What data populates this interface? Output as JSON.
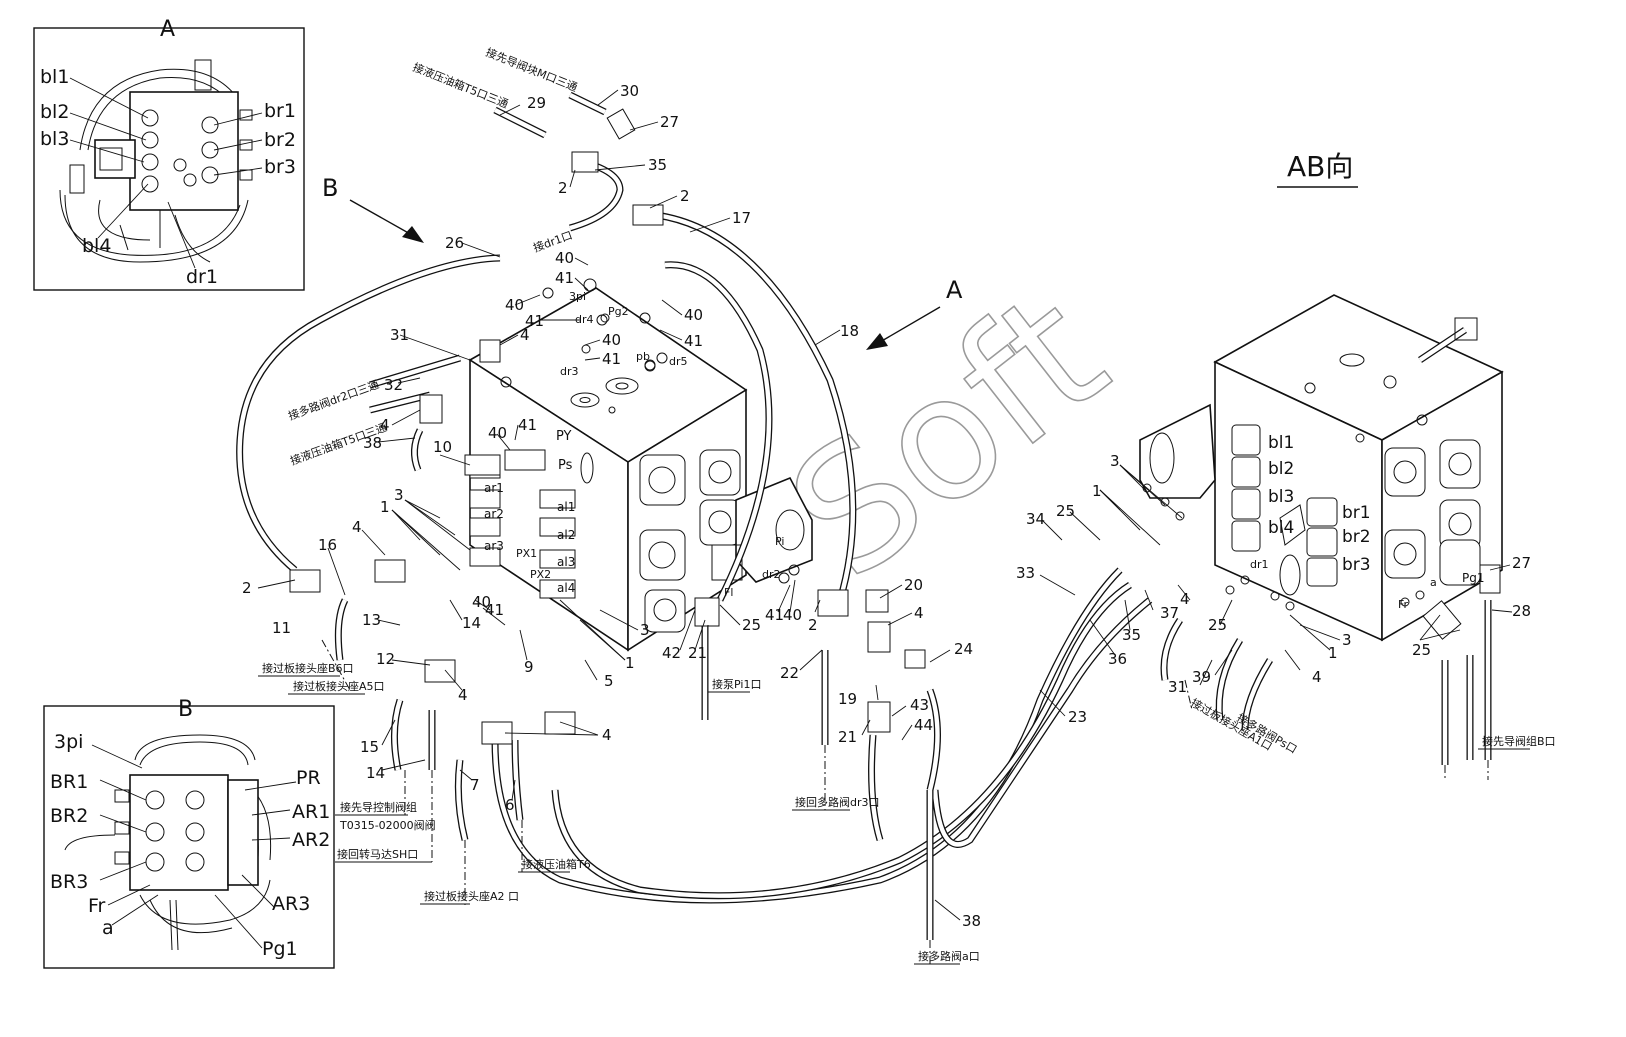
{
  "title": "AB向",
  "watermark": "Soft",
  "view_arrows": {
    "a": "A",
    "b": "B"
  },
  "inset_a": {
    "letter": "A",
    "labels": [
      {
        "text": "bl1"
      },
      {
        "text": "bl2"
      },
      {
        "text": "bl3"
      },
      {
        "text": "bl4"
      },
      {
        "text": "dr1"
      },
      {
        "text": "br1"
      },
      {
        "text": "br2"
      },
      {
        "text": "br3"
      }
    ]
  },
  "inset_b": {
    "letter": "B",
    "labels": [
      {
        "text": "3pi"
      },
      {
        "text": "BR1"
      },
      {
        "text": "BR2"
      },
      {
        "text": "BR3"
      },
      {
        "text": "Fr"
      },
      {
        "text": "a"
      },
      {
        "text": "PR"
      },
      {
        "text": "AR1"
      },
      {
        "text": "AR2"
      },
      {
        "text": "AR3"
      },
      {
        "text": "Pg1"
      }
    ]
  },
  "block_ports": {
    "main": [
      "3pi",
      "Pg2",
      "dr4",
      "dr3",
      "pb",
      "dr5",
      "PY",
      "Ps",
      "ar1",
      "ar2",
      "ar3",
      "al1",
      "al2",
      "al3",
      "al4",
      "PX1",
      "PX2",
      "Pi",
      "dr2",
      "Fl"
    ],
    "ab": [
      "bl1",
      "bl2",
      "bl3",
      "bl4",
      "br1",
      "br2",
      "br3",
      "dr1",
      "Pg1",
      "Fr",
      "a"
    ]
  },
  "part_numbers": [
    "30",
    "27",
    "29",
    "35",
    "2",
    "2",
    "17",
    "26",
    "40",
    "41",
    "40",
    "41",
    "40",
    "41",
    "40",
    "41",
    "31",
    "4",
    "32",
    "4",
    "38",
    "10",
    "40",
    "41",
    "3",
    "1",
    "4",
    "16",
    "2",
    "11",
    "13",
    "14",
    "40",
    "41",
    "9",
    "5",
    "1",
    "3",
    "12",
    "4",
    "15",
    "14",
    "7",
    "6",
    "4",
    "42",
    "21",
    "25",
    "41",
    "40",
    "2",
    "22",
    "20",
    "4",
    "19",
    "21",
    "43",
    "44",
    "24",
    "18",
    "23",
    "38",
    "34",
    "25",
    "3",
    "1",
    "33",
    "36",
    "35",
    "37",
    "4",
    "25",
    "31",
    "39",
    "4",
    "1",
    "3",
    "25",
    "27",
    "28"
  ],
  "callouts": {
    "c1": "接先导阀块M口三通",
    "c2": "接液压油箱T5口三通",
    "c3": "接dr1口",
    "c4": "接多路阀dr2口三通",
    "c5": "接液压油箱T5口三通",
    "c6": "接过板接头座B6口",
    "c7": "接过板接头座A5口",
    "c8": "接先导控制阀组",
    "c9": "T0315-02000阀阀",
    "c10": "接回转马达SH口",
    "c11": "接过板接头座A2 口",
    "c12": "接液压油箱T6",
    "c13": "接泵Pi1口",
    "c14": "接回多路阀dr3口",
    "c15": "接多路阀a口",
    "c16": "接过板接头座A1口",
    "c17": "接多路阀Ps口",
    "c18": "接先导阀组B口"
  }
}
